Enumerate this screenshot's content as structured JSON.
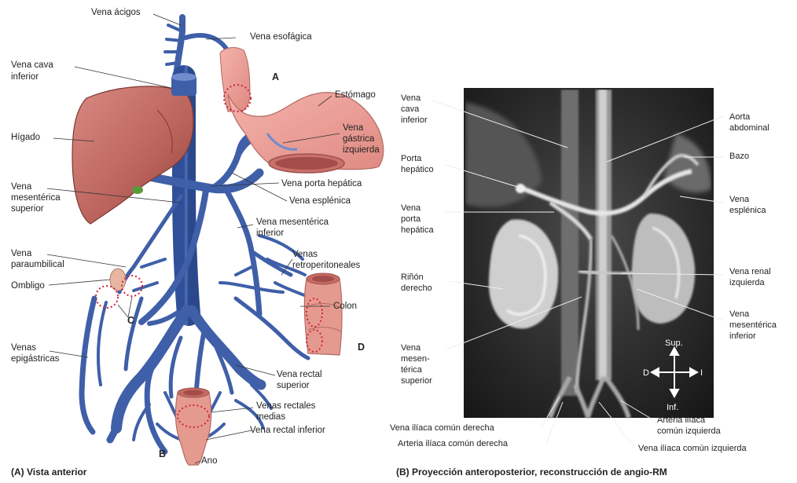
{
  "panel_a": {
    "caption": "(A) Vista anterior",
    "labels": {
      "azygos": "Vena ácigos",
      "esophageal": "Vena esofágica",
      "ivc": [
        "Vena cava",
        "inferior"
      ],
      "stomach": "Estómago",
      "liver": "Hígado",
      "left_gastric": [
        "Vena",
        "gástrica",
        "izquierda"
      ],
      "portal": "Vena porta hepática",
      "sup_mesenteric": [
        "Vena",
        "mesentérica",
        "superior"
      ],
      "splenic": "Vena esplénica",
      "inf_mesenteric": [
        "Vena mesentérica",
        "inferior"
      ],
      "paraumbilical": [
        "Vena",
        "paraumbilical"
      ],
      "retroperitoneal": [
        "Venas",
        "retroperitoneales"
      ],
      "navel": "Ombligo",
      "colon": "Colon",
      "epigastric": [
        "Venas",
        "epigástricas"
      ],
      "sup_rectal": [
        "Vena rectal",
        "superior"
      ],
      "mid_rectal": [
        "Venas rectales",
        "medias"
      ],
      "inf_rectal": "Vena rectal inferior",
      "anus": "Ano"
    },
    "markers": [
      "A",
      "B",
      "C",
      "D"
    ]
  },
  "panel_b": {
    "caption": "(B) Proyección anteroposterior, reconstrucción de angio-RM",
    "labels": {
      "ivc": [
        "Vena",
        "cava",
        "inferior"
      ],
      "aorta": [
        "Aorta",
        "abdominal"
      ],
      "spleen": "Bazo",
      "portal_short": [
        "Porta",
        "hepático"
      ],
      "splenic": [
        "Vena",
        "esplénica"
      ],
      "portal": [
        "Vena",
        "porta",
        "hepática"
      ],
      "left_renal": [
        "Vena renal",
        "izquierda"
      ],
      "right_kidney": [
        "Riñón",
        "derecho"
      ],
      "inf_mesenteric": [
        "Vena",
        "mesentérica",
        "inferior"
      ],
      "sup_mesenteric": [
        "Vena",
        "mesen-",
        "térica",
        "superior"
      ],
      "right_iliac_vein": "Vena ilíaca común derecha",
      "left_iliac_artery": [
        "Arteria ilíaca",
        "común izquierda"
      ],
      "right_iliac_artery": "Arteria ilíaca común derecha",
      "left_iliac_vein": "Vena ilíaca común izquierda"
    },
    "orientation": {
      "sup": "Sup.",
      "inf": "Inf.",
      "d": "D",
      "i": "I"
    }
  },
  "colors": {
    "vein": "#3f5fa8",
    "vein_light": "#6f8ccc",
    "organ": "#e6928c",
    "liver": "#b5615a",
    "mri_bg": "#2a2a2a"
  }
}
